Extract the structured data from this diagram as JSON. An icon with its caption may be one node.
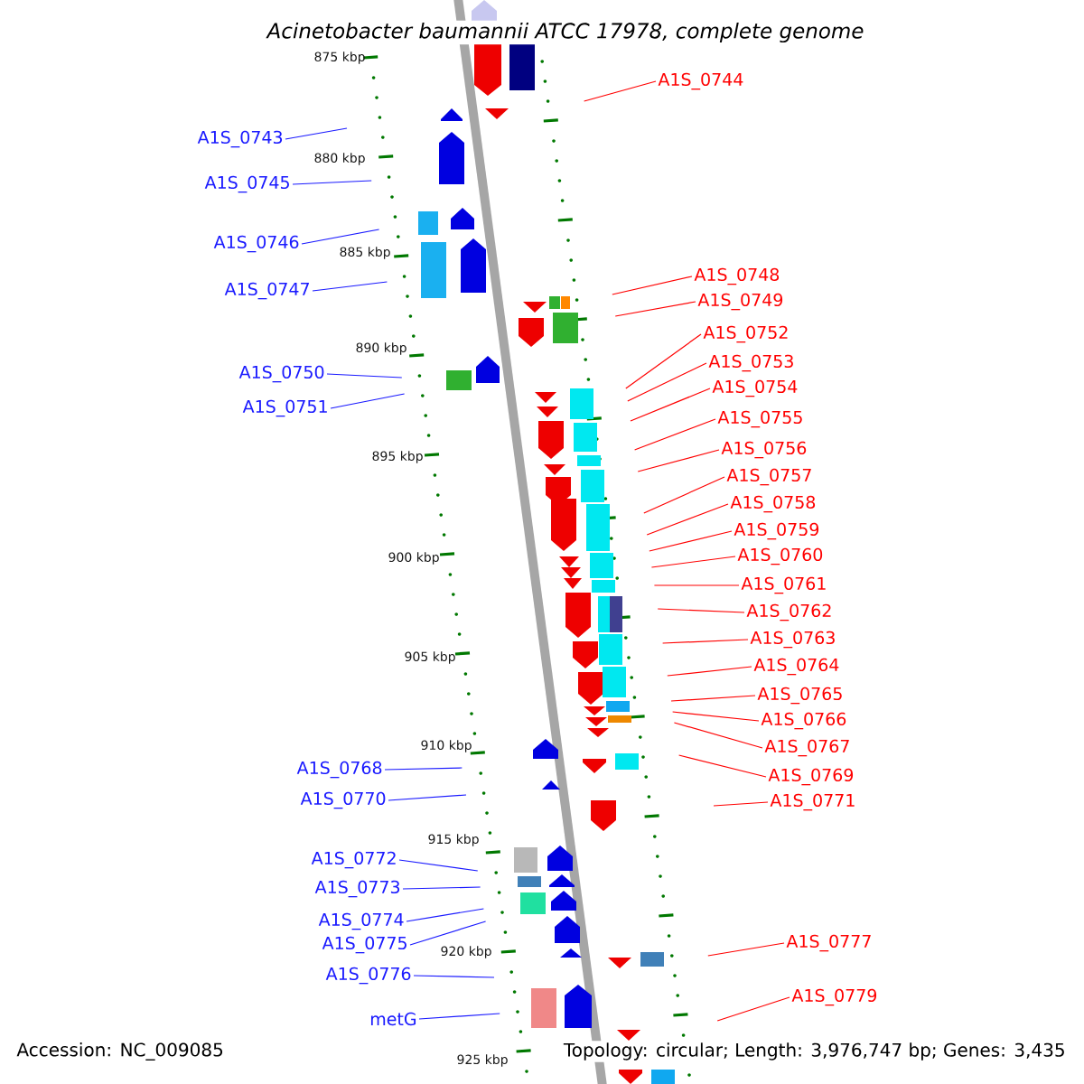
{
  "diagram": {
    "title": "Acinetobacter baumannii ATCC 17978, complete genome",
    "nodes": [
      {
        "text": [
          "A1S_0744"
        ]
      },
      {
        "text": [
          "A1S_0743"
        ]
      },
      {
        "text": [
          "A1S_0745"
        ]
      },
      {
        "text": [
          "A1S_0746"
        ]
      },
      {
        "text": [
          "A1S_0748"
        ]
      },
      {
        "text": [
          "A1S_0747"
        ]
      },
      {
        "text": [
          "A1S_0749"
        ]
      },
      {
        "text": [
          "A1S_0752"
        ]
      },
      {
        "text": [
          "A1S_0753"
        ]
      },
      {
        "text": [
          "A1S_0750"
        ]
      },
      {
        "text": [
          "A1S_0754"
        ]
      },
      {
        "text": [
          "A1S_0751"
        ]
      },
      {
        "text": [
          "A1S_0755"
        ]
      },
      {
        "text": [
          "A1S_0756"
        ]
      },
      {
        "text": [
          "A1S_0757"
        ]
      },
      {
        "text": [
          "A1S_0758"
        ]
      },
      {
        "text": [
          "A1S_0759"
        ]
      },
      {
        "text": [
          "A1S_0760"
        ]
      },
      {
        "text": [
          "A1S_0761"
        ]
      },
      {
        "text": [
          "A1S_0762"
        ]
      },
      {
        "text": [
          "A1S_0763"
        ]
      },
      {
        "text": [
          "A1S_0764"
        ]
      },
      {
        "text": [
          "A1S_0765"
        ]
      },
      {
        "text": [
          "A1S_0766"
        ]
      },
      {
        "text": [
          "A1S_0767"
        ]
      },
      {
        "text": [
          "A1S_0768"
        ]
      },
      {
        "text": [
          "A1S_0769"
        ]
      },
      {
        "text": [
          "A1S_0770"
        ]
      },
      {
        "text": [
          "A1S_0771"
        ]
      },
      {
        "text": [
          "A1S_0772"
        ]
      },
      {
        "text": [
          "A1S_0773"
        ]
      },
      {
        "text": [
          "A1S_0774"
        ]
      },
      {
        "text": [
          "A1S_0775"
        ]
      },
      {
        "text": [
          "A1S_0777"
        ]
      },
      {
        "text": [
          "A1S_0776"
        ]
      },
      {
        "text": [
          "A1S_0779"
        ]
      },
      {
        "text": [
          "metG"
        ]
      }
    ],
    "edges": [
      {
        "from": 0,
        "to": null,
        "arrow": "none"
      },
      {
        "from": 1,
        "to": null,
        "arrow": "none",
        "color": "#1a1aff"
      },
      {
        "from": 2,
        "to": null,
        "arrow": "none",
        "color": "#1a1aff"
      },
      {
        "from": 3,
        "to": null,
        "arrow": "none",
        "color": "#1a1aff"
      },
      {
        "from": 4,
        "to": null,
        "arrow": "none"
      },
      {
        "from": 5,
        "to": null,
        "arrow": "none",
        "color": "#1a1aff"
      },
      {
        "from": 6,
        "to": null,
        "arrow": "none"
      },
      {
        "from": 7,
        "to": null,
        "arrow": "none"
      },
      {
        "from": 8,
        "to": null,
        "arrow": "none"
      },
      {
        "from": 9,
        "to": null,
        "arrow": "none",
        "color": "#1a1aff"
      },
      {
        "from": 10,
        "to": null,
        "arrow": "none"
      },
      {
        "from": 11,
        "to": null,
        "arrow": "none",
        "color": "#1a1aff"
      },
      {
        "from": 12,
        "to": null,
        "arrow": "none"
      },
      {
        "from": 13,
        "to": null,
        "arrow": "none"
      },
      {
        "from": 14,
        "to": null,
        "arrow": "none"
      },
      {
        "from": 15,
        "to": null,
        "arrow": "none"
      },
      {
        "from": 16,
        "to": null,
        "arrow": "none"
      },
      {
        "from": 17,
        "to": null,
        "arrow": "none"
      },
      {
        "from": 18,
        "to": null,
        "arrow": "none"
      },
      {
        "from": 19,
        "to": null,
        "arrow": "none"
      },
      {
        "from": 20,
        "to": null,
        "arrow": "none"
      },
      {
        "from": 21,
        "to": null,
        "arrow": "none"
      },
      {
        "from": 22,
        "to": null,
        "arrow": "none"
      },
      {
        "from": 23,
        "to": null,
        "arrow": "none"
      },
      {
        "from": 24,
        "to": null,
        "arrow": "none"
      },
      {
        "from": 25,
        "to": null,
        "arrow": "none",
        "color": "#1a1aff"
      },
      {
        "from": 26,
        "to": null,
        "arrow": "none"
      },
      {
        "from": 27,
        "to": null,
        "arrow": "none",
        "color": "#1a1aff"
      },
      {
        "from": 28,
        "to": null,
        "arrow": "none"
      },
      {
        "from": 29,
        "to": null,
        "arrow": "none",
        "color": "#1a1aff"
      },
      {
        "from": 30,
        "to": null,
        "arrow": "none",
        "color": "#1a1aff"
      },
      {
        "from": 31,
        "to": null,
        "arrow": "none",
        "color": "#1a1aff"
      },
      {
        "from": 32,
        "to": null,
        "arrow": "none",
        "color": "#1a1aff"
      },
      {
        "from": 33,
        "to": null,
        "arrow": "none"
      },
      {
        "from": 34,
        "to": null,
        "arrow": "none",
        "color": "#1a1aff"
      },
      {
        "from": 35,
        "to": null,
        "arrow": "none"
      },
      {
        "from": 36,
        "to": null,
        "arrow": "none",
        "color": "#1a1aff"
      }
    ],
    "labels": [
      "875 kbp",
      "880 kbp",
      "885 kbp",
      "890 kbp",
      "895 kbp",
      "900 kbp",
      "905 kbp",
      "910 kbp",
      "915 kbp",
      "920 kbp",
      "925 kbp",
      "Accession: NC_009085",
      "Topology: circular; Length: 3,976,747 bp; Genes: 3,435"
    ]
  }
}
